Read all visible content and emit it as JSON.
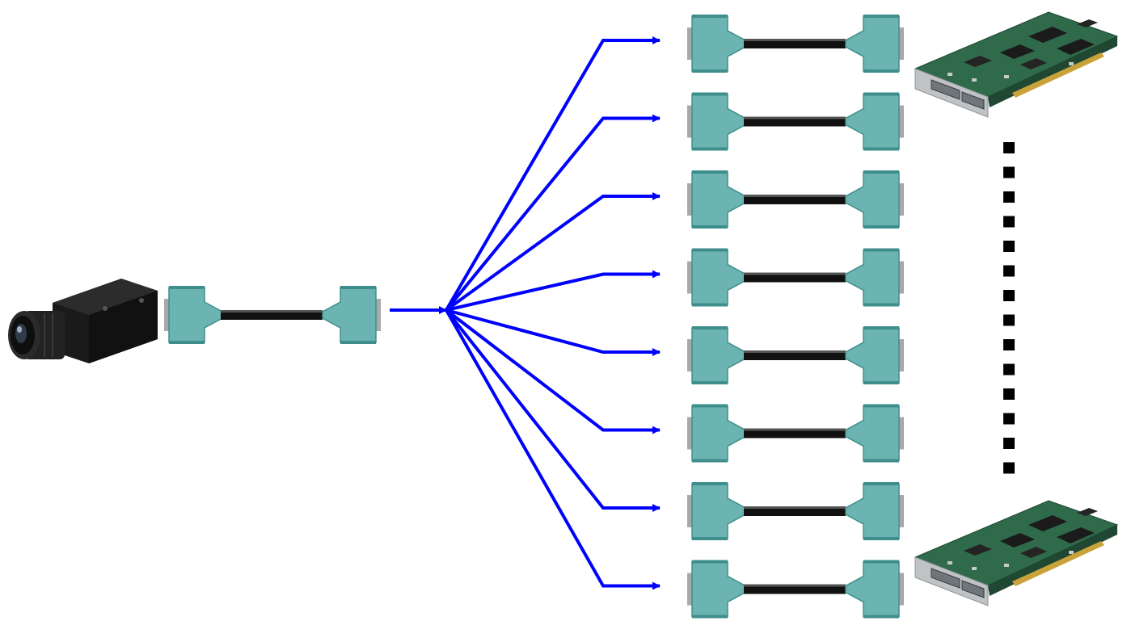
{
  "diagram": {
    "camera": {
      "icon": "camera-icon"
    },
    "input_cable": {
      "icon": "cable-icon"
    },
    "fanout_branches": 8,
    "output_cables": {
      "count": 8,
      "icon": "cable-icon"
    },
    "frame_grabbers": {
      "shown": 2,
      "icon": "frame-grabber-card-icon"
    },
    "continuation": {
      "icon": "vertical-dotted-ellipsis-icon",
      "dots": 14
    },
    "colors": {
      "arrow": "#0000ff",
      "connector": "#6cb4b2",
      "connector_dark": "#3e8f8c",
      "connector_metal": "#a9a9a9",
      "cable": "#111111",
      "dots": "#000000",
      "card_pcb": "#2f6a4a",
      "card_bracket": "#bfc3c6"
    }
  }
}
